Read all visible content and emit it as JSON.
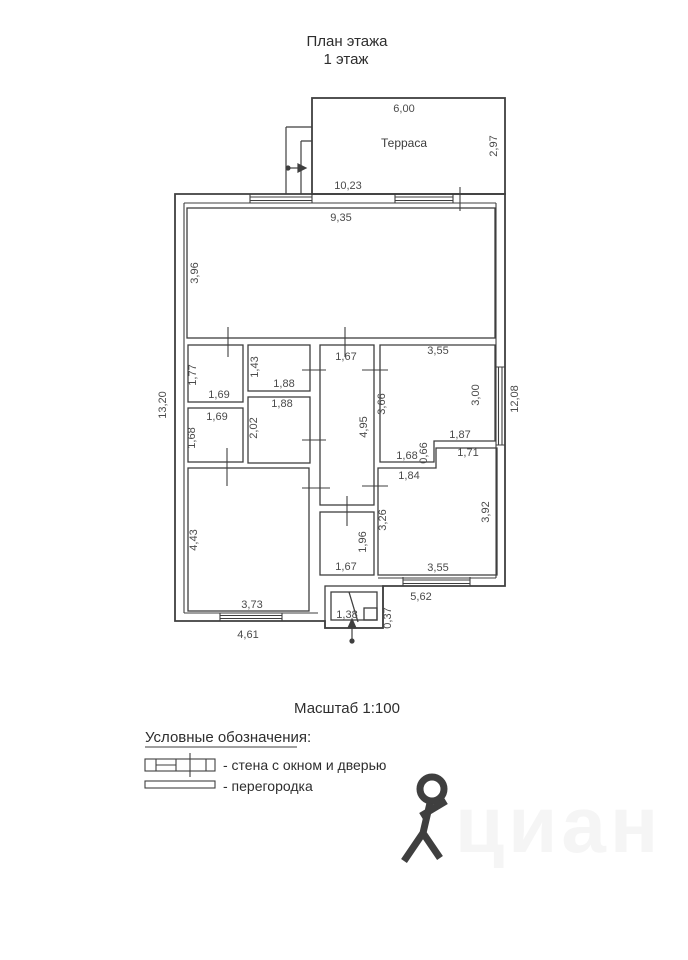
{
  "header": {
    "title": "План этажа",
    "subtitle": "1 этаж"
  },
  "plan": {
    "terrace_label": "Терраса",
    "dims": {
      "terrace_width": "6,00",
      "terrace_depth": "2,97",
      "top_overall": "10,23",
      "living_width": "9,35",
      "living_depth": "3,96",
      "left_overall": "13,20",
      "right_overall": "12,08",
      "room_a_depth": "1,77",
      "room_a_width": "1,69",
      "room_b_width": "1,69",
      "room_b_depth": "1,68",
      "room_c_depth": "1,43",
      "room_c_width": "1,88",
      "room_d_width": "1,88",
      "room_d_depth": "2,02",
      "corridor_width": "1,67",
      "corridor_length": "4,95",
      "room_e_width": "3,55",
      "room_e_depth_left": "3,66",
      "room_e_depth_right": "3,00",
      "room_e_bottom_right": "1,87",
      "jog_height": "0,66",
      "room_e_bottom_left": "1,68",
      "room_f_top_right": "1,71",
      "room_f_top_left": "1,84",
      "room_f_depth_left": "3,26",
      "room_f_depth_right": "3,92",
      "room_f_width": "3,55",
      "room_g_depth": "1,96",
      "room_g_width": "1,67",
      "room_h_depth": "4,43",
      "room_h_width": "3,73",
      "bottom_right_overall": "5,62",
      "bottom_left_overall": "4,61",
      "porch_width": "1,38",
      "porch_step": "0,37"
    }
  },
  "footer": {
    "scale": "Масштаб 1:100",
    "legend_title": "Условные обозначения:",
    "legend_wall": "- стена с окном и дверью",
    "legend_partition": "- перегородка"
  },
  "watermark": {
    "text": "циан"
  }
}
